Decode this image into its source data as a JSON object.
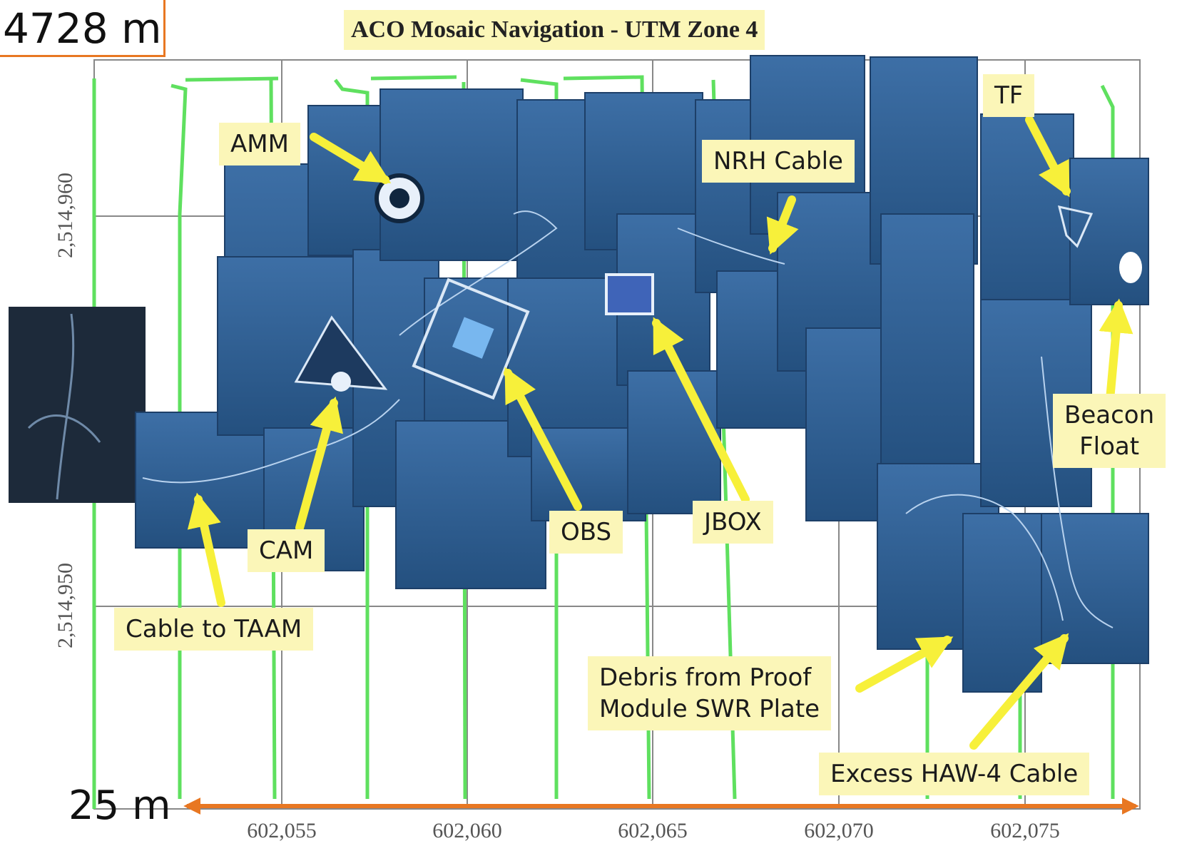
{
  "header": {
    "depth_label": "4728 m",
    "map_title": "ACO Mosaic Navigation - UTM Zone 4"
  },
  "axes": {
    "x_ticks": [
      "602,055",
      "602,060",
      "602,065",
      "602,070",
      "602,075"
    ],
    "y_ticks": [
      "2,514,960",
      "2,514,950"
    ]
  },
  "scale_bar": {
    "label": "25 m",
    "color": "#e87722"
  },
  "callouts": {
    "amm": "AMM",
    "nrh_cable": "NRH Cable",
    "tf": "TF",
    "beacon_float_line1": "Beacon",
    "beacon_float_line2": "Float",
    "cam": "CAM",
    "obs": "OBS",
    "jbox": "JBOX",
    "cable_to_taam": "Cable to TAAM",
    "debris_line1": "Debris from Proof",
    "debris_line2": "Module SWR Plate",
    "excess_cable": "Excess HAW-4 Cable"
  },
  "colors": {
    "callout_bg": "#fbf6b8",
    "arrow": "#f7f03a",
    "track": "#5fe05f",
    "mosaic": "#2f5f95"
  }
}
